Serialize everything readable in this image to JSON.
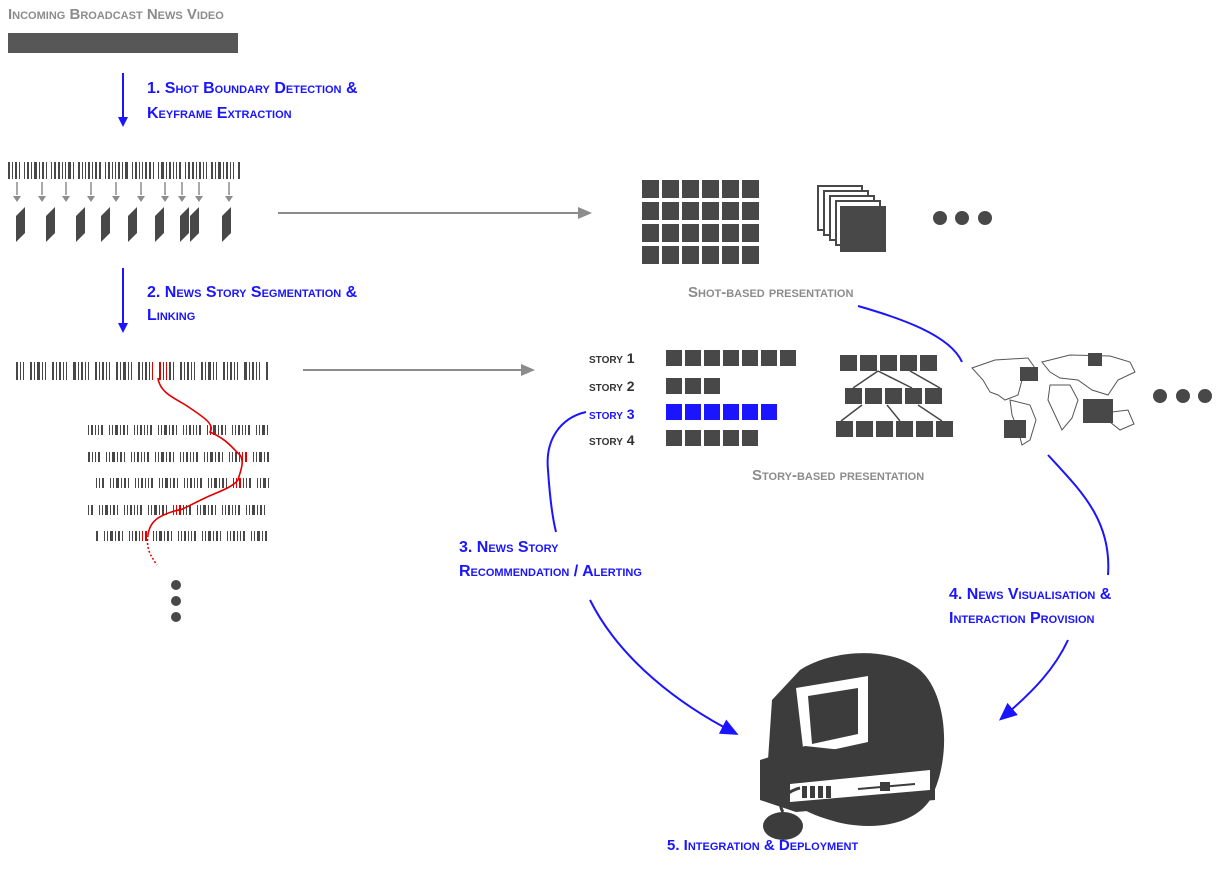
{
  "colors": {
    "accent_blue": "#1a14ff",
    "gray": "#8c8c8c",
    "dark": "#484848",
    "highlight_red": "#e00000"
  },
  "labels": {
    "incoming": "Incoming Broadcast News Video",
    "step1_line1": "1. Shot Boundary Detection &",
    "step1_line2": "Keyframe Extraction",
    "step2_line1": "2. News Story Segmentation &",
    "step2_line2": "Linking",
    "step3_line1": "3. News Story",
    "step3_line2": "Recommendation / Alerting",
    "step4_line1": "4. News Visualisation &",
    "step4_line2": "Interaction Provision",
    "step5": "5. Integration & Deployment",
    "shot_presentation": "Shot-based presentation",
    "story_presentation": "Story-based presentation"
  },
  "stories": [
    {
      "label": "story 1",
      "blocks": 7,
      "highlight": false
    },
    {
      "label": "story 2",
      "blocks": 3,
      "highlight": false
    },
    {
      "label": "story 3",
      "blocks": 6,
      "highlight": true
    },
    {
      "label": "story 4",
      "blocks": 5,
      "highlight": false
    }
  ],
  "icons": [
    "video-timeline-bar",
    "down-arrow-icon",
    "keyframe-icon",
    "grid-icon",
    "stack-icon",
    "ellipsis-icon",
    "world-map-icon",
    "tree-icon",
    "computer-icon"
  ]
}
